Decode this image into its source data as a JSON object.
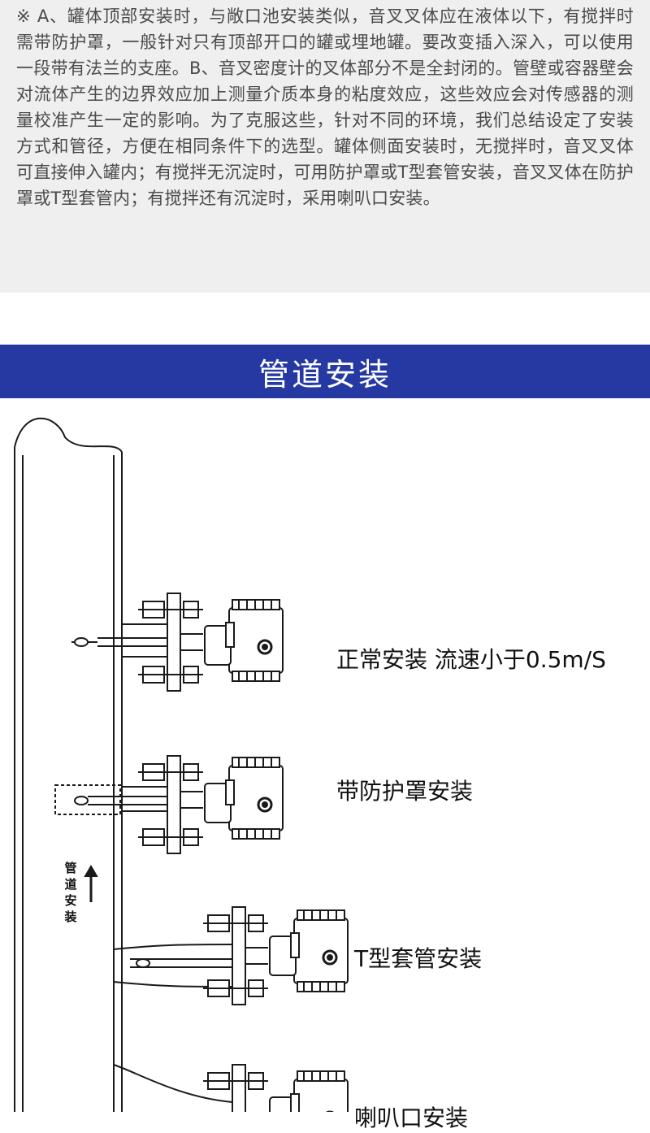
{
  "intro": {
    "text": "※ A、罐体顶部安装时，与敞口池安装类似，音叉叉体应在液体以下，有搅拌时需带防护罩，一般针对只有顶部开口的罐或埋地罐。要改变插入深入，可以使用一段带有法兰的支座。B、音叉密度计的叉体部分不是全封闭的。管壁或容器壁会对流体产生的边界效应加上测量介质本身的粘度效应，这些效应会对传感器的测量校准产生一定的影响。为了克服这些，针对不同的环境，我们总结设定了安装方式和管径，方便在相同条件下的选型。罐体侧面安装时，无搅拌时，音叉叉体可直接伸入罐内；有搅拌无沉淀时，可用防护罩或T型套管安装，音叉叉体在防护罩或T型套管内；有搅拌还有沉淀时，采用喇叭口安装。"
  },
  "banner": {
    "title": "管道安装"
  },
  "diagram": {
    "labels": {
      "normal": "正常安装  流速小于0.5m/S",
      "guard": "带防护罩安装",
      "tee": "T型套管安装",
      "horn": "喇叭口安装"
    },
    "flow_label": "管道安装"
  },
  "colors": {
    "banner": "#2639a3",
    "intro_bg": "#efefef",
    "line": "#1a1a1a"
  }
}
